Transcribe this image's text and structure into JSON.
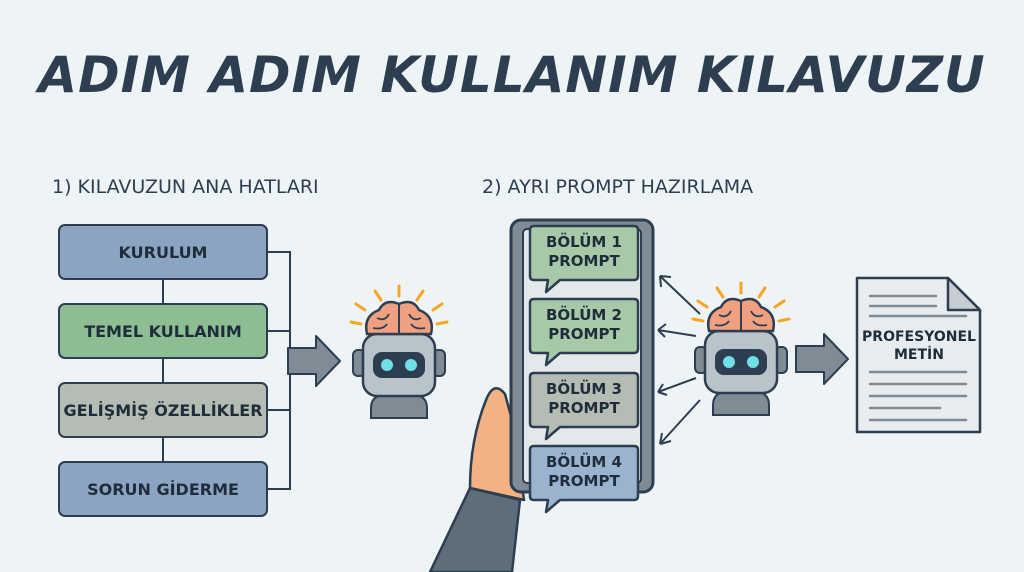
{
  "title": "ADIM ADIM KULLANIM KILAVUZU",
  "section1": {
    "heading": "1) KILAVUZUN ANA HATLARI",
    "items": [
      {
        "label": "KURULUM",
        "color": "#8aa4c2"
      },
      {
        "label": "TEMEL KULLANIM",
        "color": "#8dbd92"
      },
      {
        "label": "GELİŞMİŞ ÖZELLİKLER",
        "color": "#b4bcb4"
      },
      {
        "label": "SORUN GİDERME",
        "color": "#8aa4c2"
      }
    ]
  },
  "section2": {
    "heading": "2) AYRI PROMPT HAZIRLAMA",
    "bubbles": [
      {
        "line1": "BÖLÜM 1",
        "line2": "PROMPT",
        "color": "#a8c9a8"
      },
      {
        "line1": "BÖLÜM 2",
        "line2": "PROMPT",
        "color": "#a8c9a8"
      },
      {
        "line1": "BÖLÜM 3",
        "line2": "PROMPT",
        "color": "#b4bcb4"
      },
      {
        "line1": "BÖLÜM 4",
        "line2": "PROMPT",
        "color": "#9ab4d0"
      }
    ]
  },
  "output": {
    "line1": "PROFESYONEL",
    "line2": "METİN"
  },
  "icons": [
    "robot-brain-icon",
    "phone-icon",
    "hand-icon",
    "document-icon",
    "arrow-right-icon"
  ],
  "colors": {
    "background": "#eef4f5",
    "outline": "#2c3e50",
    "brain": "#f0a080",
    "robot_eye": "#6fe0e6",
    "sparks": "#f5a623"
  }
}
